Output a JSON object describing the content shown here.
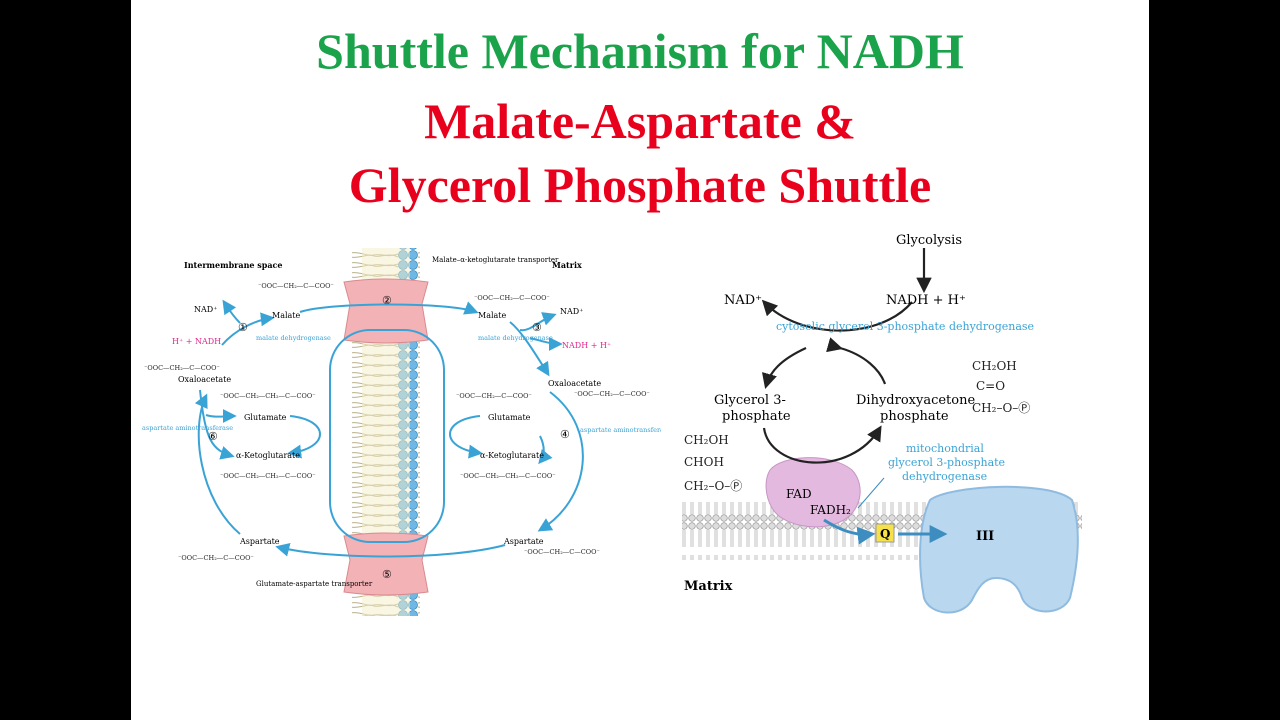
{
  "title": {
    "line1": "Shuttle Mechanism for NADH",
    "line2": "Malate-Aspartate &",
    "line3": "Glycerol Phosphate Shuttle"
  },
  "colors": {
    "title_green": "#1aa34a",
    "title_red": "#e8001c",
    "arrow_blue": "#3aa3d6",
    "transporter_pink": "#f2b2b6",
    "proton_magenta": "#e0278f"
  },
  "malate_aspartate": {
    "intermembrane_space": "Intermembrane space",
    "matrix": "Matrix",
    "transporter_top": "Malate–α-ketoglutarate transporter",
    "transporter_bottom": "Glutamate-aspartate transporter",
    "step1": "①",
    "step2": "②",
    "step3": "③",
    "step4": "④",
    "step5": "⑤",
    "step6": "⑥",
    "nad_left": "NAD⁺",
    "h_nadh_left": "H⁺ + NADH",
    "malate_dh_left": "malate dehydrogenase",
    "malate_left": "Malate",
    "oxaloacetate_left": "Oxaloacetate",
    "glutamate_left": "Glutamate",
    "akg_left": "α-Ketoglutarate",
    "aspartate_left": "Aspartate",
    "aat_left": "aspartate aminotransferase",
    "nad_right": "NAD⁺",
    "nadh_h_right": "NADH + H⁺",
    "malate_dh_right": "malate dehydrogenase",
    "malate_right": "Malate",
    "oxaloacetate_right": "Oxaloacetate",
    "glutamate_right": "Glutamate",
    "akg_right": "α-Ketoglutarate",
    "aspartate_right": "Aspartate",
    "aat_right": "aspartate aminotransferase"
  },
  "glycerol_phosphate": {
    "glycolysis": "Glycolysis",
    "nad_plus": "NAD⁺",
    "nadh_h": "NADH + H⁺",
    "cytosolic_enzyme": "cytosolic glycerol 3-phosphate dehydrogenase",
    "g3p_line1": "Glycerol 3-",
    "g3p_line2": "phosphate",
    "dhap_line1": "Dihydroxyacetone",
    "dhap_line2": "phosphate",
    "mito_enzyme_line1": "mitochondrial",
    "mito_enzyme_line2": "glycerol 3-phosphate",
    "mito_enzyme_line3": "dehydrogenase",
    "fad": "FAD",
    "fadh2": "FADH₂",
    "q": "Q",
    "complex": "III",
    "matrix": "Matrix"
  }
}
